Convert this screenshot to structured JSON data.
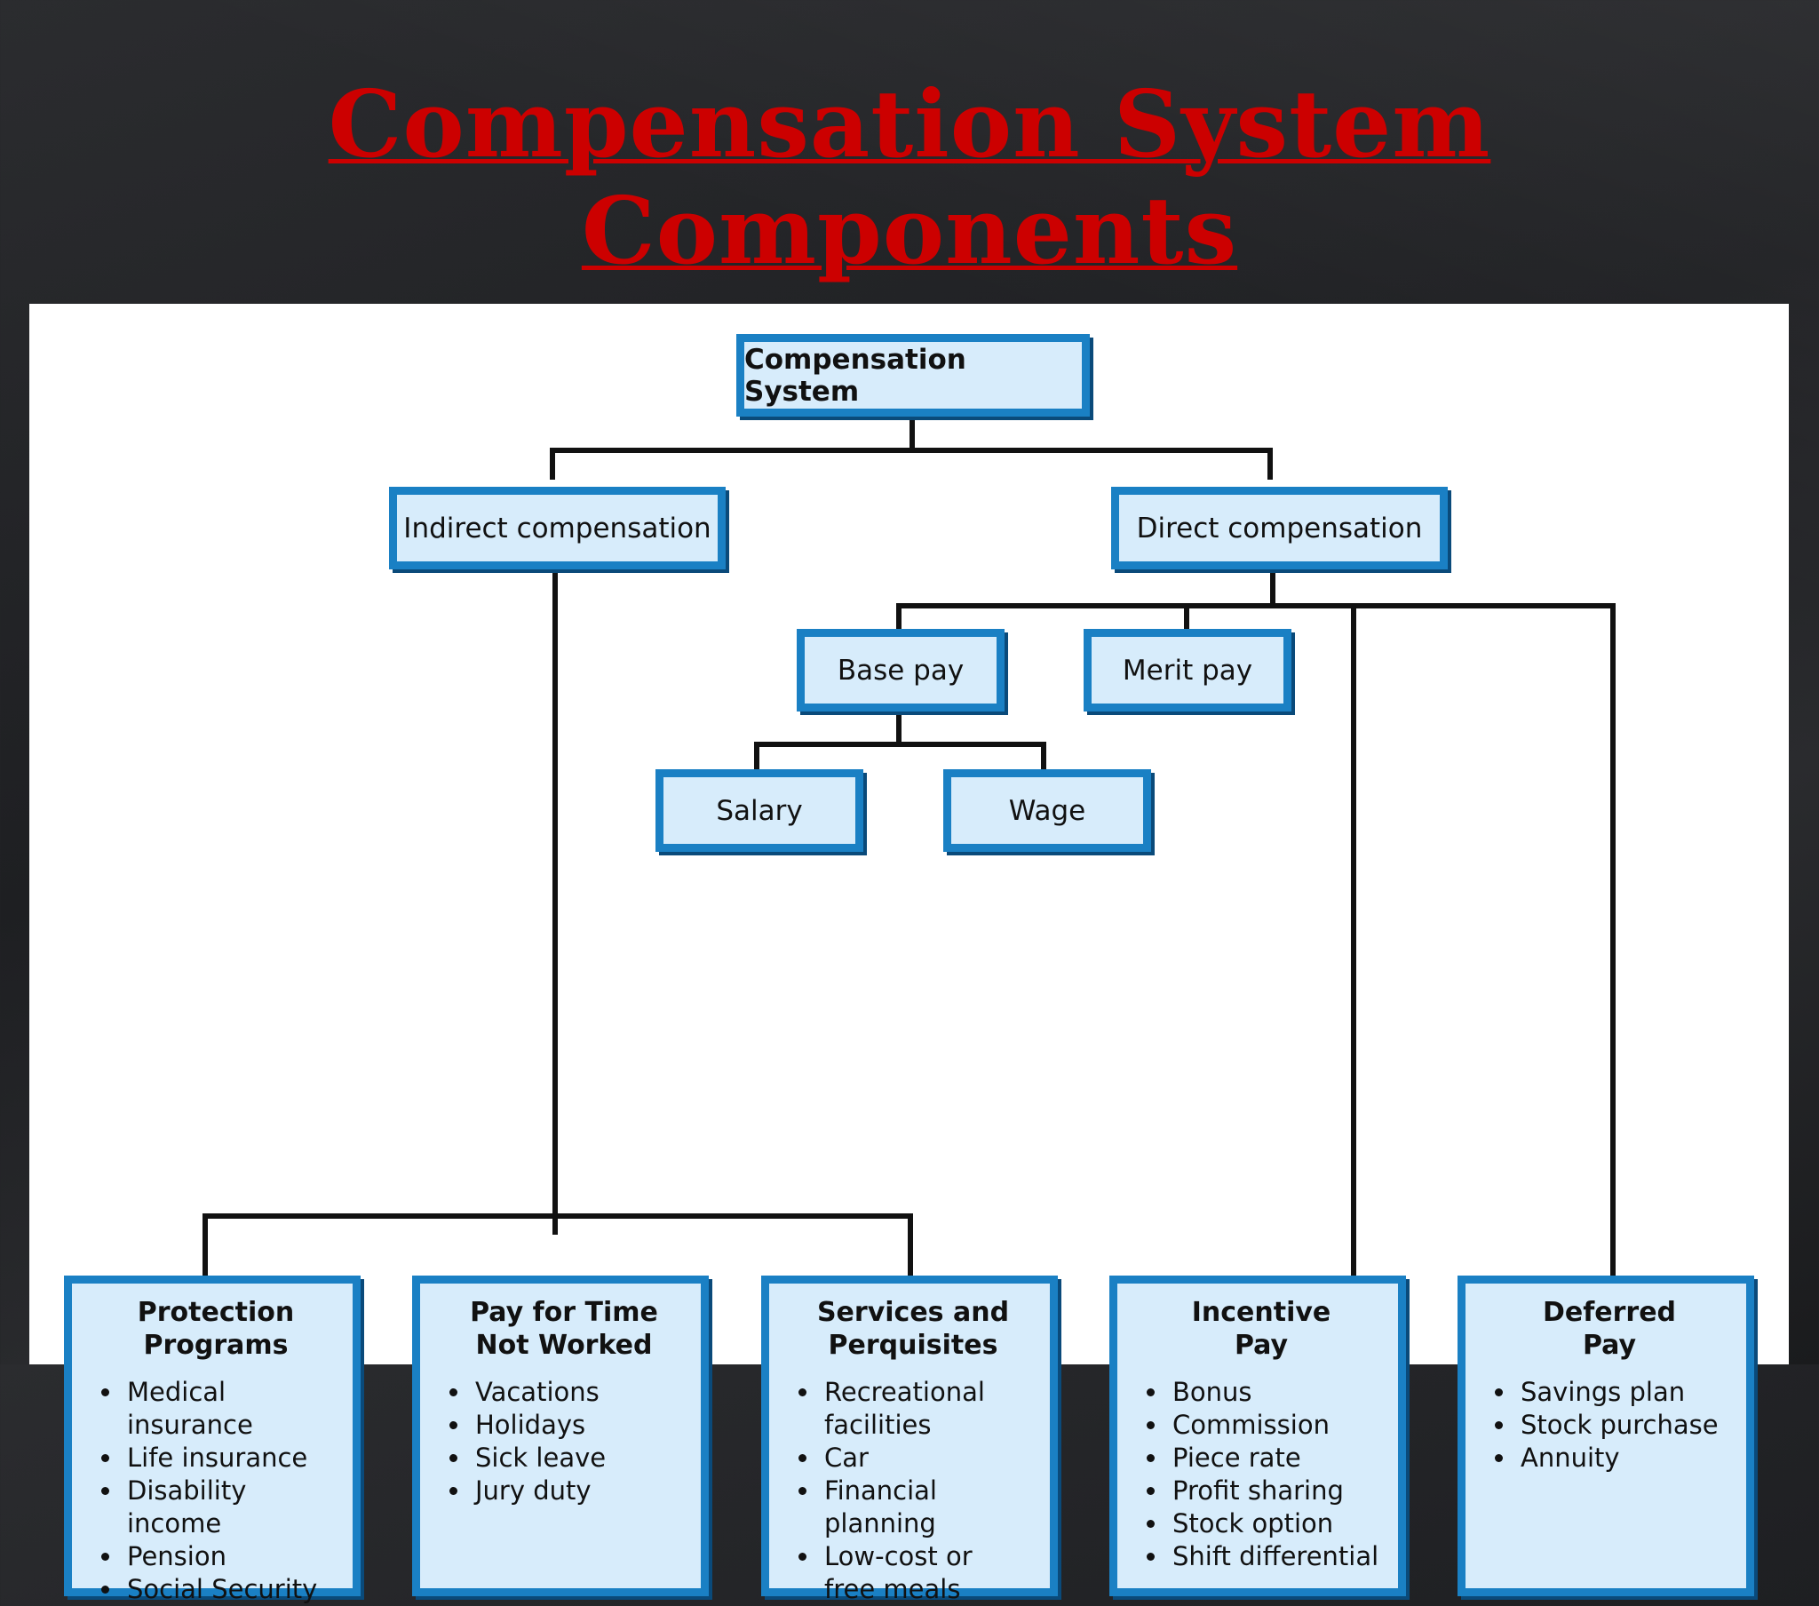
{
  "slide": {
    "title": "Compensation System Components"
  },
  "diagram": {
    "root": "Compensation System",
    "indirect": "Indirect compensation",
    "direct": "Direct compensation",
    "base_pay": "Base pay",
    "merit_pay": "Merit pay",
    "salary": "Salary",
    "wage": "Wage",
    "leaves": [
      {
        "title": "Protection\nPrograms",
        "items": [
          "Medical\ninsurance",
          "Life insurance",
          "Disability income",
          "Pension",
          "Social Security"
        ]
      },
      {
        "title": "Pay for Time\nNot Worked",
        "items": [
          "Vacations",
          "Holidays",
          "Sick leave",
          "Jury duty"
        ]
      },
      {
        "title": "Services and\nPerquisites",
        "items": [
          "Recreational\nfacilities",
          "Car",
          "Financial planning",
          "Low-cost or\nfree meals"
        ]
      },
      {
        "title": "Incentive\nPay",
        "items": [
          "Bonus",
          "Commission",
          "Piece rate",
          "Profit sharing",
          "Stock option",
          "Shift differential"
        ]
      },
      {
        "title": "Deferred\nPay",
        "items": [
          "Savings plan",
          "Stock purchase",
          "Annuity"
        ]
      }
    ]
  }
}
